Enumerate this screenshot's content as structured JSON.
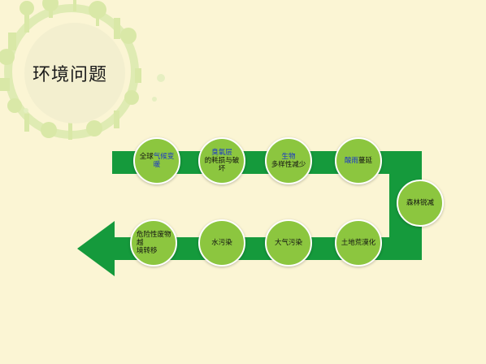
{
  "title": "环境问题",
  "colors": {
    "background": "#fbf5d4",
    "arrow": "#159a3c",
    "node": "#8cc63f",
    "link_text": "#1a35c8",
    "deco_circle": "#f3efcf",
    "deco_silhouette": "#d6e7a3"
  },
  "nodes": [
    {
      "line1_plain": "全球",
      "line1_link": "气候变暖",
      "line2": ""
    },
    {
      "line1_link": "臭氧层",
      "line2": "的耗损与破坏"
    },
    {
      "line1_link": "生物",
      "line2": "多样性减少"
    },
    {
      "line1_link": "酸雨",
      "line1_plain": "蔓延"
    },
    {
      "text": "森林锐减"
    },
    {
      "text": "土地荒漠化"
    },
    {
      "text": "大气污染"
    },
    {
      "text": "水污染"
    },
    {
      "line1": "危险性废物越",
      "line2": "境转移"
    }
  ]
}
